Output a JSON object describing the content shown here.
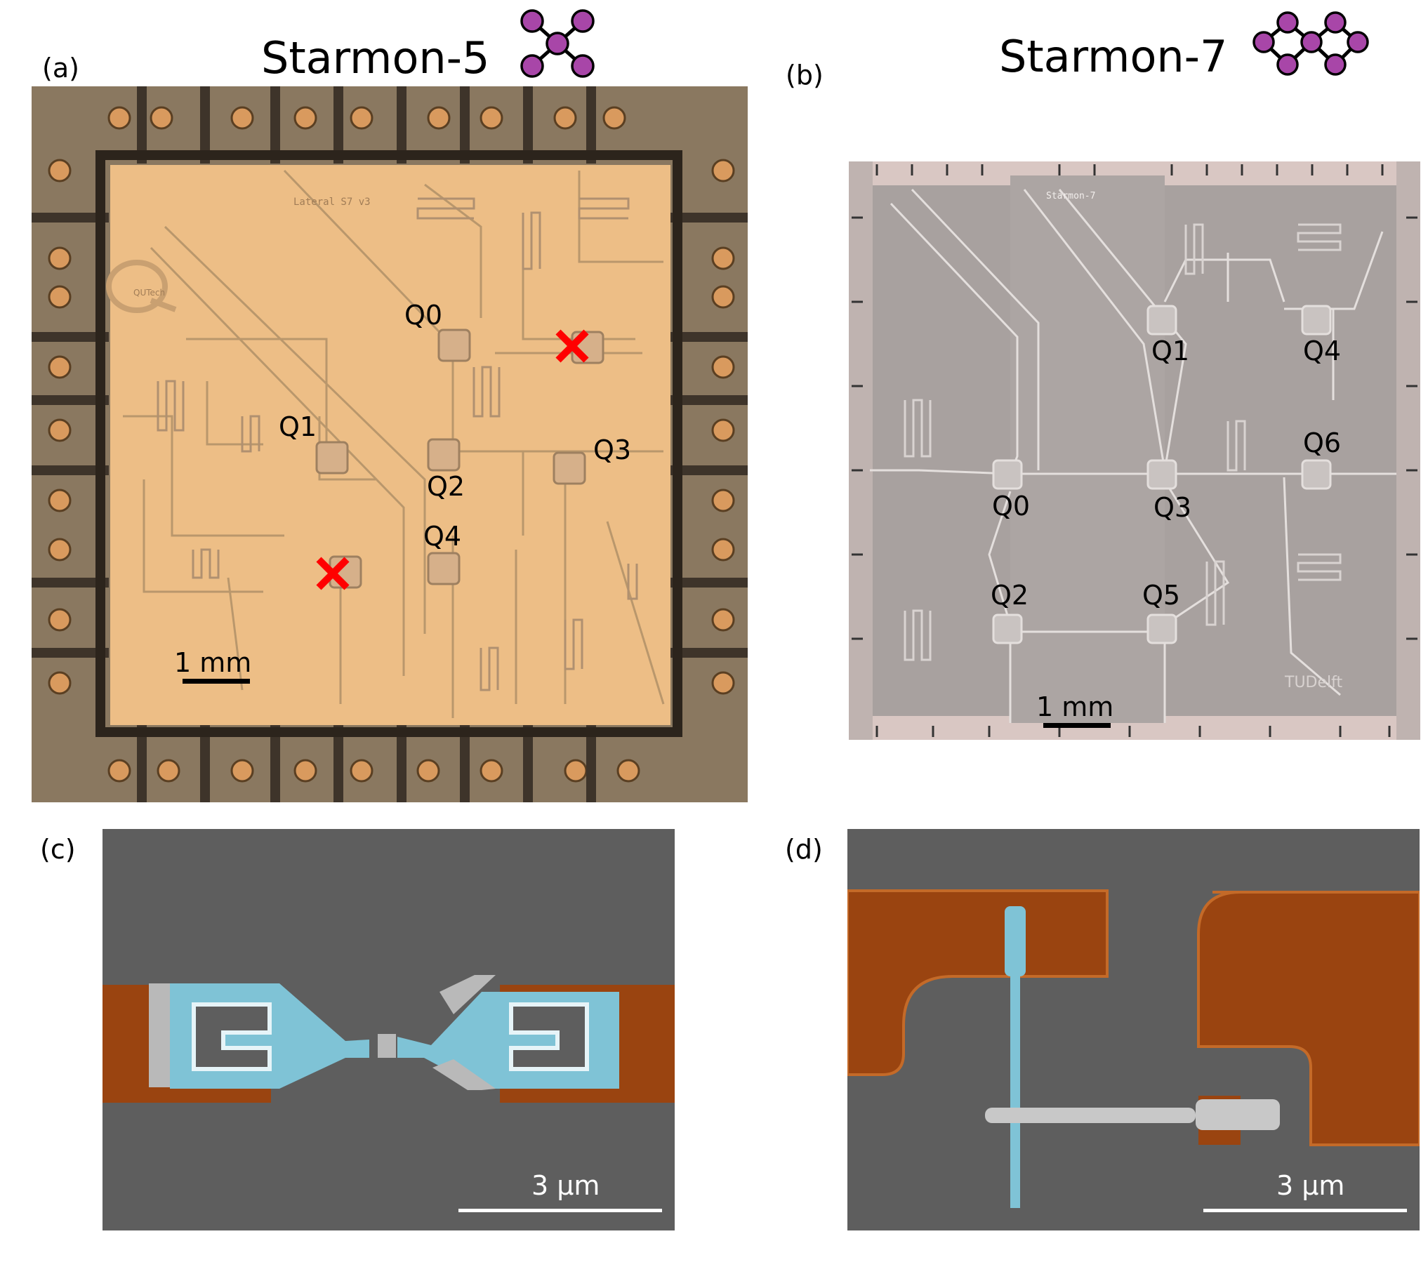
{
  "figure": {
    "panel_a": {
      "label": "(a)",
      "title": "Starmon-5",
      "qubits": [
        "Q0",
        "Q1",
        "Q2",
        "Q3",
        "Q4"
      ],
      "scale_bar": "1 mm",
      "chip_text": "Lateral S7 v3",
      "logo_text": "QUTech",
      "topology_icon": "star-5-node-icon",
      "marker_icon": "red-cross-icon"
    },
    "panel_b": {
      "label": "(b)",
      "title": "Starmon-7",
      "qubits": [
        "Q0",
        "Q1",
        "Q2",
        "Q3",
        "Q4",
        "Q5",
        "Q6"
      ],
      "scale_bar": "1 mm",
      "chip_text": "Starmon-7",
      "logo_text": "TUDelft",
      "topology_icon": "double-ring-7-node-icon"
    },
    "panel_c": {
      "label": "(c)",
      "scale_bar": "3 µm"
    },
    "panel_d": {
      "label": "(d)",
      "scale_bar": "3 µm"
    },
    "colors": {
      "node_fill": "#a846a8",
      "cross": "#ff0000",
      "chip_a": "#edbe86",
      "chip_b": "#a8a19f",
      "sem_bg": "#5e5e5e",
      "copper": "#9a4410",
      "junction": "#7fc3d6"
    }
  }
}
